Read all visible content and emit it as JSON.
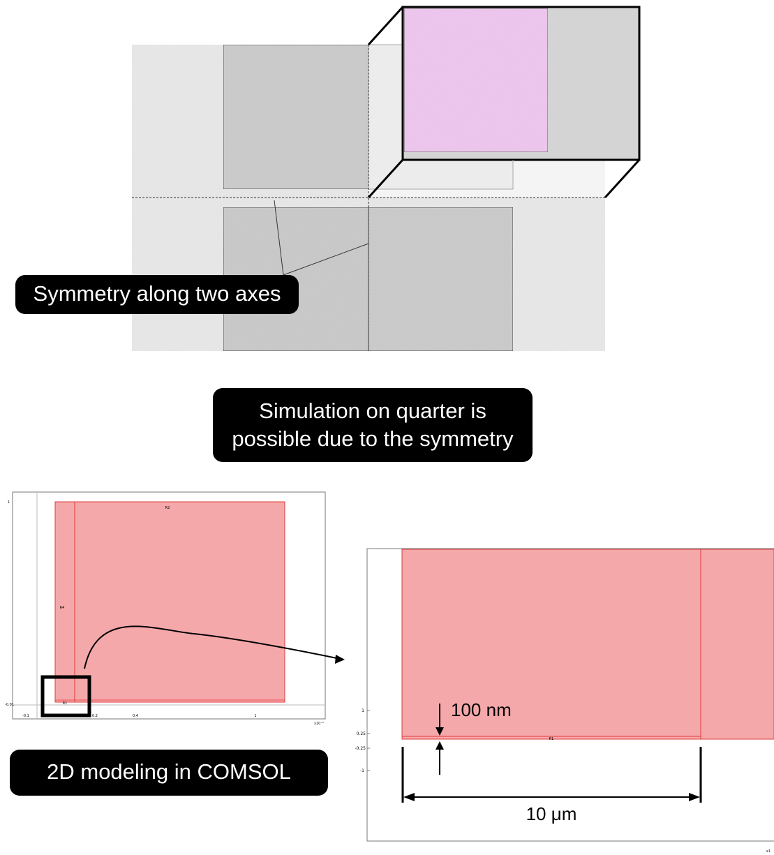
{
  "top_diagram": {
    "symmetry_label": "Symmetry along two axes"
  },
  "callout": {
    "line1": "Simulation on quarter is",
    "line2": "possible due to the symmetry"
  },
  "modeling_label": "2D modeling in COMSOL",
  "left_plot": {
    "y_ticks": [
      "1",
      "-0.01"
    ],
    "x_ticks": [
      "-0.1",
      "0.2",
      "0.4",
      "1"
    ],
    "x_multiplier": "x10⁻⁵",
    "domain_labels": [
      "R2",
      "R4",
      "R1"
    ]
  },
  "right_plot": {
    "y_ticks": [
      "1",
      "0.25",
      "-0.25",
      "-1"
    ],
    "domain_label": "R1",
    "thickness_annotation": "100 nm",
    "width_annotation": "10 μm",
    "corner_mark": "x1"
  },
  "colors": {
    "domain_fill": "#f5a8aa",
    "domain_edge": "#e03a3a",
    "quarter_highlight": "#eec6ee",
    "gray_light": "#e6e6e6",
    "gray_dark": "#c8c8c8"
  }
}
